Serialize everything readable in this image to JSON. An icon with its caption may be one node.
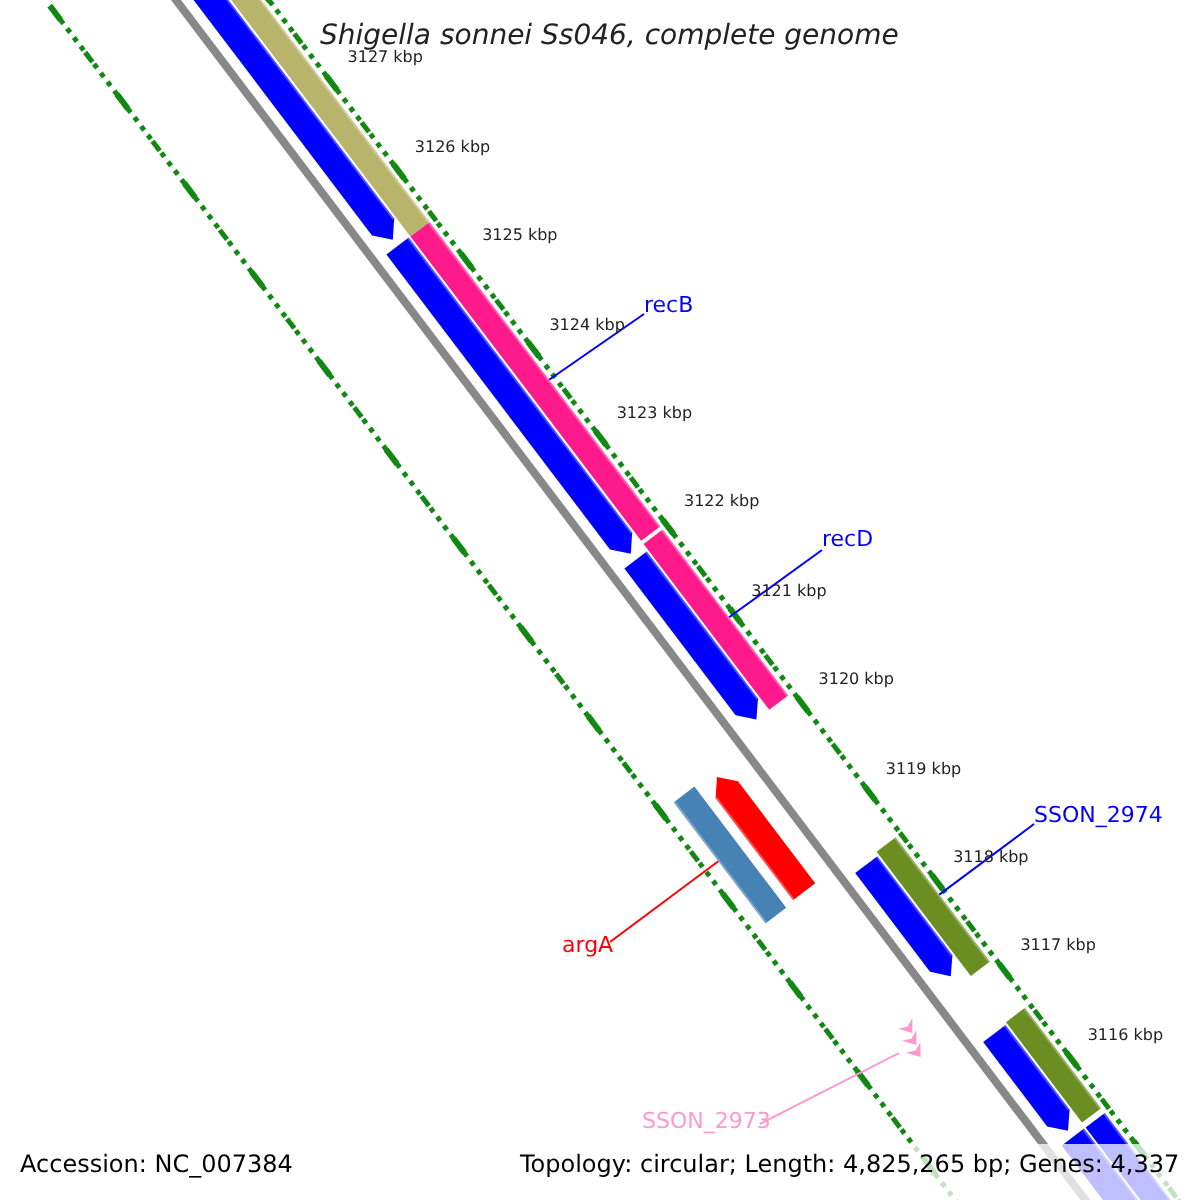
{
  "diagram": {
    "title": "Shigella sonnei Ss046, complete genome",
    "nodes": [
      {
        "text": [
          "recB"
        ]
      },
      {
        "text": [
          "recD"
        ]
      },
      {
        "text": [
          "SSON_2974"
        ]
      },
      {
        "text": [
          "argA"
        ]
      },
      {
        "text": [
          "SSON_2973"
        ]
      },
      {
        "text": [],
        "shape": "bar"
      },
      {
        "text": [],
        "shape": "bar"
      },
      {
        "text": [],
        "shape": "bar"
      },
      {
        "text": [],
        "shape": "bar"
      },
      {
        "text": [],
        "shape": "arrow"
      }
    ],
    "edges": [
      {
        "from": 0,
        "to": 5,
        "arrow": "none"
      },
      {
        "from": 1,
        "to": 6,
        "arrow": "none"
      },
      {
        "from": 2,
        "to": 7,
        "arrow": "none"
      },
      {
        "from": 3,
        "to": 8,
        "arrow": "none",
        "color": "#ff0000"
      },
      {
        "from": 4,
        "to": 9,
        "arrow": "none",
        "color": "#ff99cc"
      }
    ],
    "labels": [
      "3127 kbp",
      "3126 kbp",
      "3125 kbp",
      "3124 kbp",
      "3123 kbp",
      "3122 kbp",
      "3121 kbp",
      "3120 kbp",
      "3119 kbp",
      "3118 kbp",
      "3117 kbp",
      "3116 kbp",
      "Accession: NC_007384",
      "Topology: circular; Length: 4,825,265 bp; Genes: 4,337"
    ]
  }
}
